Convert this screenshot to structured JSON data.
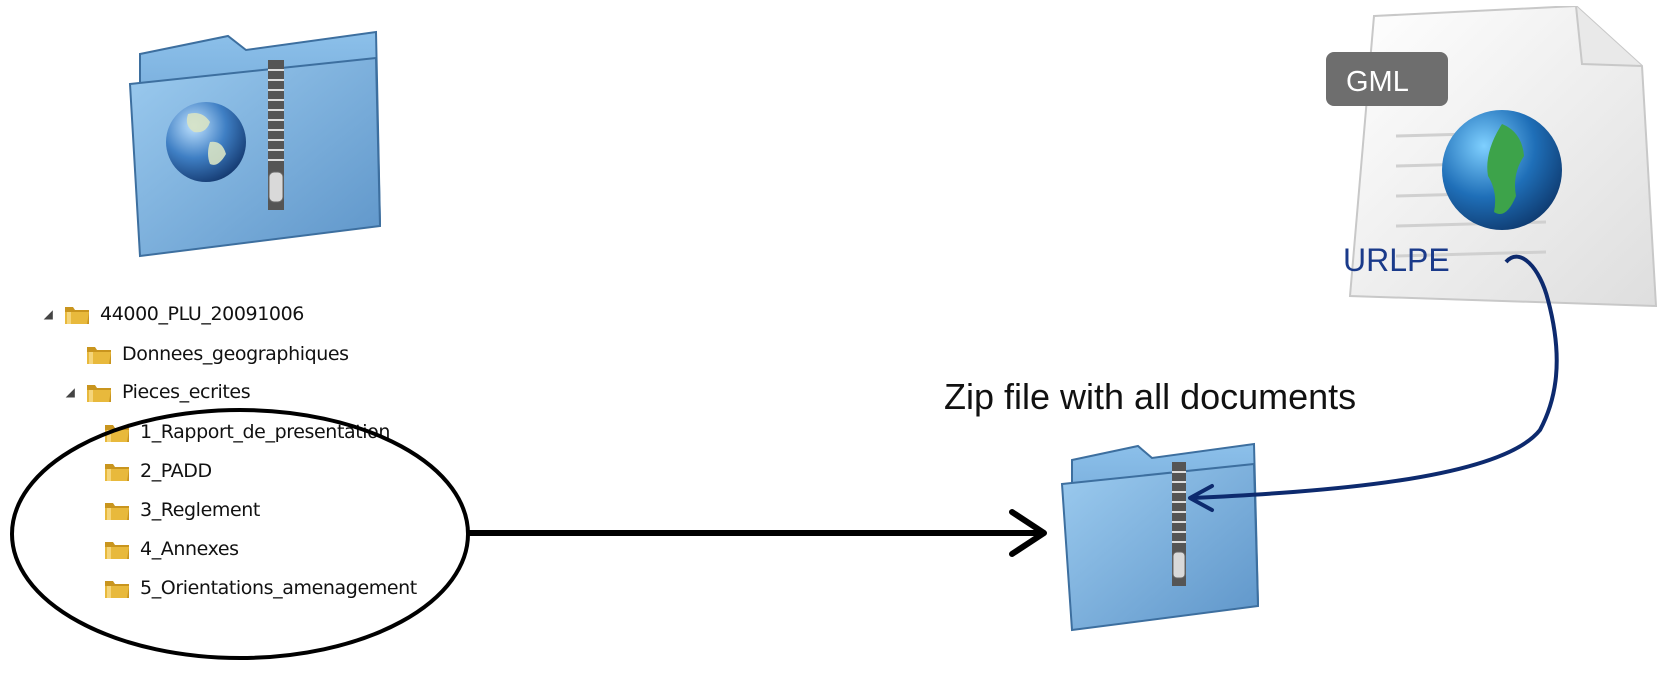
{
  "diagram": {
    "tree": {
      "root": "44000_PLU_20091006",
      "children": [
        {
          "label": "Donnees_geographiques",
          "expandable": false
        },
        {
          "label": "Pieces_ecrites",
          "expandable": true
        }
      ],
      "sub_items": [
        "1_Rapport_de_presentation",
        "2_PADD",
        "3_Reglement",
        "4_Annexes",
        "5_Orientations_amenagement"
      ]
    },
    "caption": "Zip file with all documents",
    "gml_file": {
      "tag": "GML",
      "link_label": "URLPE"
    },
    "icons": {
      "top_archive": "zip-folder-globe-icon",
      "target_archive": "zip-folder-icon",
      "gml_document": "gml-file-icon",
      "tree_folder": "folder-icon"
    },
    "colors": {
      "folder_blue": "#6aa3d6",
      "folder_yellow": "#e8b93c",
      "link_blue": "#0d2a6e",
      "arrow_black": "#000000",
      "tag_gray": "#6e6e6e"
    }
  }
}
